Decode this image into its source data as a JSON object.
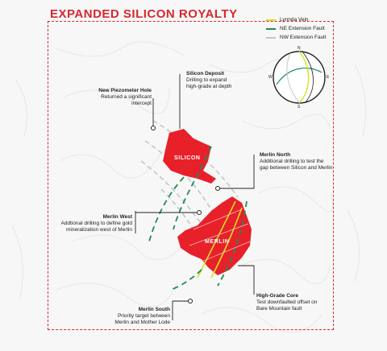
{
  "title": "EXPANDED SILICON ROYALTY",
  "legend": [
    {
      "label": "Lynnda Vein",
      "color": "#d9e021"
    },
    {
      "label": "NE Extension Fault",
      "color": "#1f8a5b"
    },
    {
      "label": "NW Extension Fault",
      "color": "#c6c6c6"
    }
  ],
  "compass": {
    "n": "N",
    "e": "E",
    "s": "S",
    "w": "W"
  },
  "deposits": {
    "silicon": "SILICON",
    "merlin": "MERLIN"
  },
  "annotations": {
    "piezometer": {
      "title": "New Piezometer Hole",
      "desc": [
        "Returned a significant",
        "intercept"
      ]
    },
    "silicon_deposit": {
      "title": "Silicon Deposit",
      "desc": [
        "Drilling to expand",
        "high-grade at depth"
      ]
    },
    "merlin_north": {
      "title": "Merlin North",
      "desc": [
        "Additional drilling to test the",
        "gap between Silicon and Merlin"
      ]
    },
    "merlin_west": {
      "title": "Merlin West",
      "desc": [
        "Addtional drilling to define gold",
        "mineralization west of Merlin"
      ]
    },
    "high_grade": {
      "title": "High-Grade Core",
      "desc": [
        "Test downfaulted offset on",
        "Bare Mountain fault"
      ]
    },
    "merlin_south": {
      "title": "Merlin South",
      "desc": [
        "Priority target between",
        "Merlin and Mother Lode"
      ]
    }
  },
  "colors": {
    "accent": "#d7282f",
    "deposit": "#e8202a"
  }
}
